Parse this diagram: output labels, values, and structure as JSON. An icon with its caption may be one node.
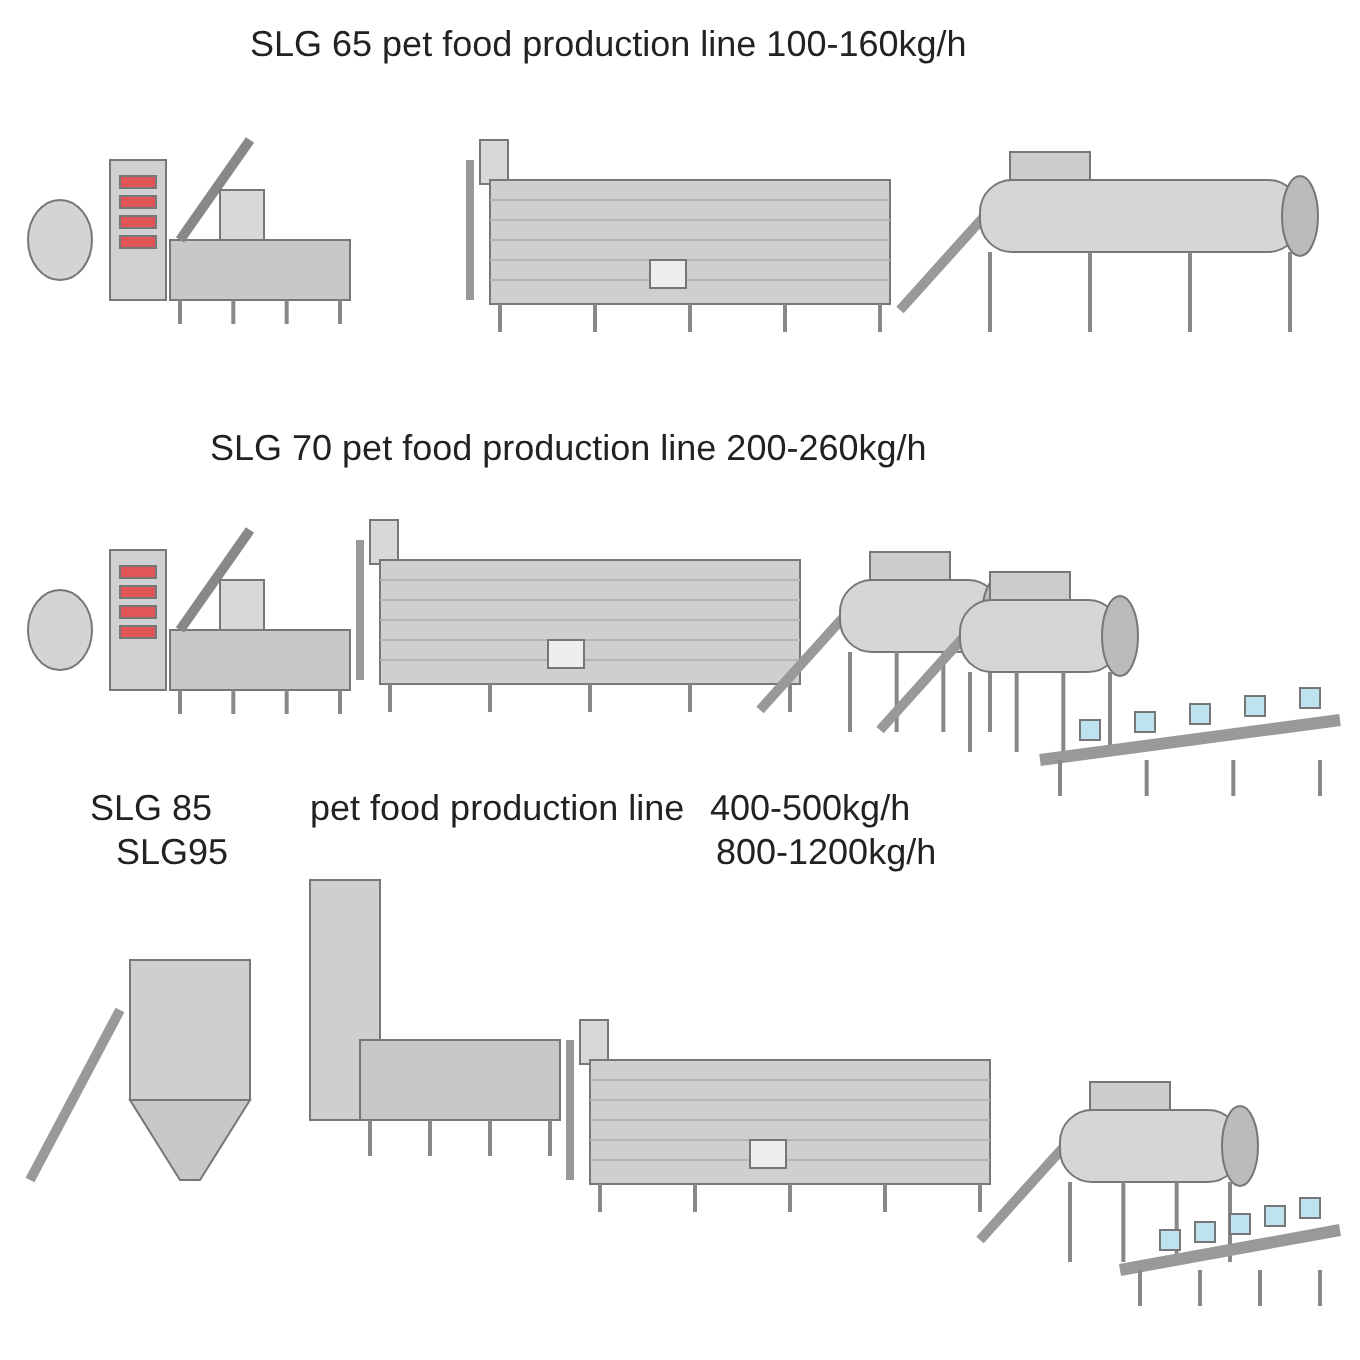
{
  "diagram": {
    "labels": [
      "SLG 65 pet food production line 100-160kg/h",
      "SLG 70 pet food production line 200-260kg/h",
      "SLG 85",
      "pet food production line",
      "400-500kg/h",
      "SLG95",
      "800-1200kg/h"
    ]
  }
}
